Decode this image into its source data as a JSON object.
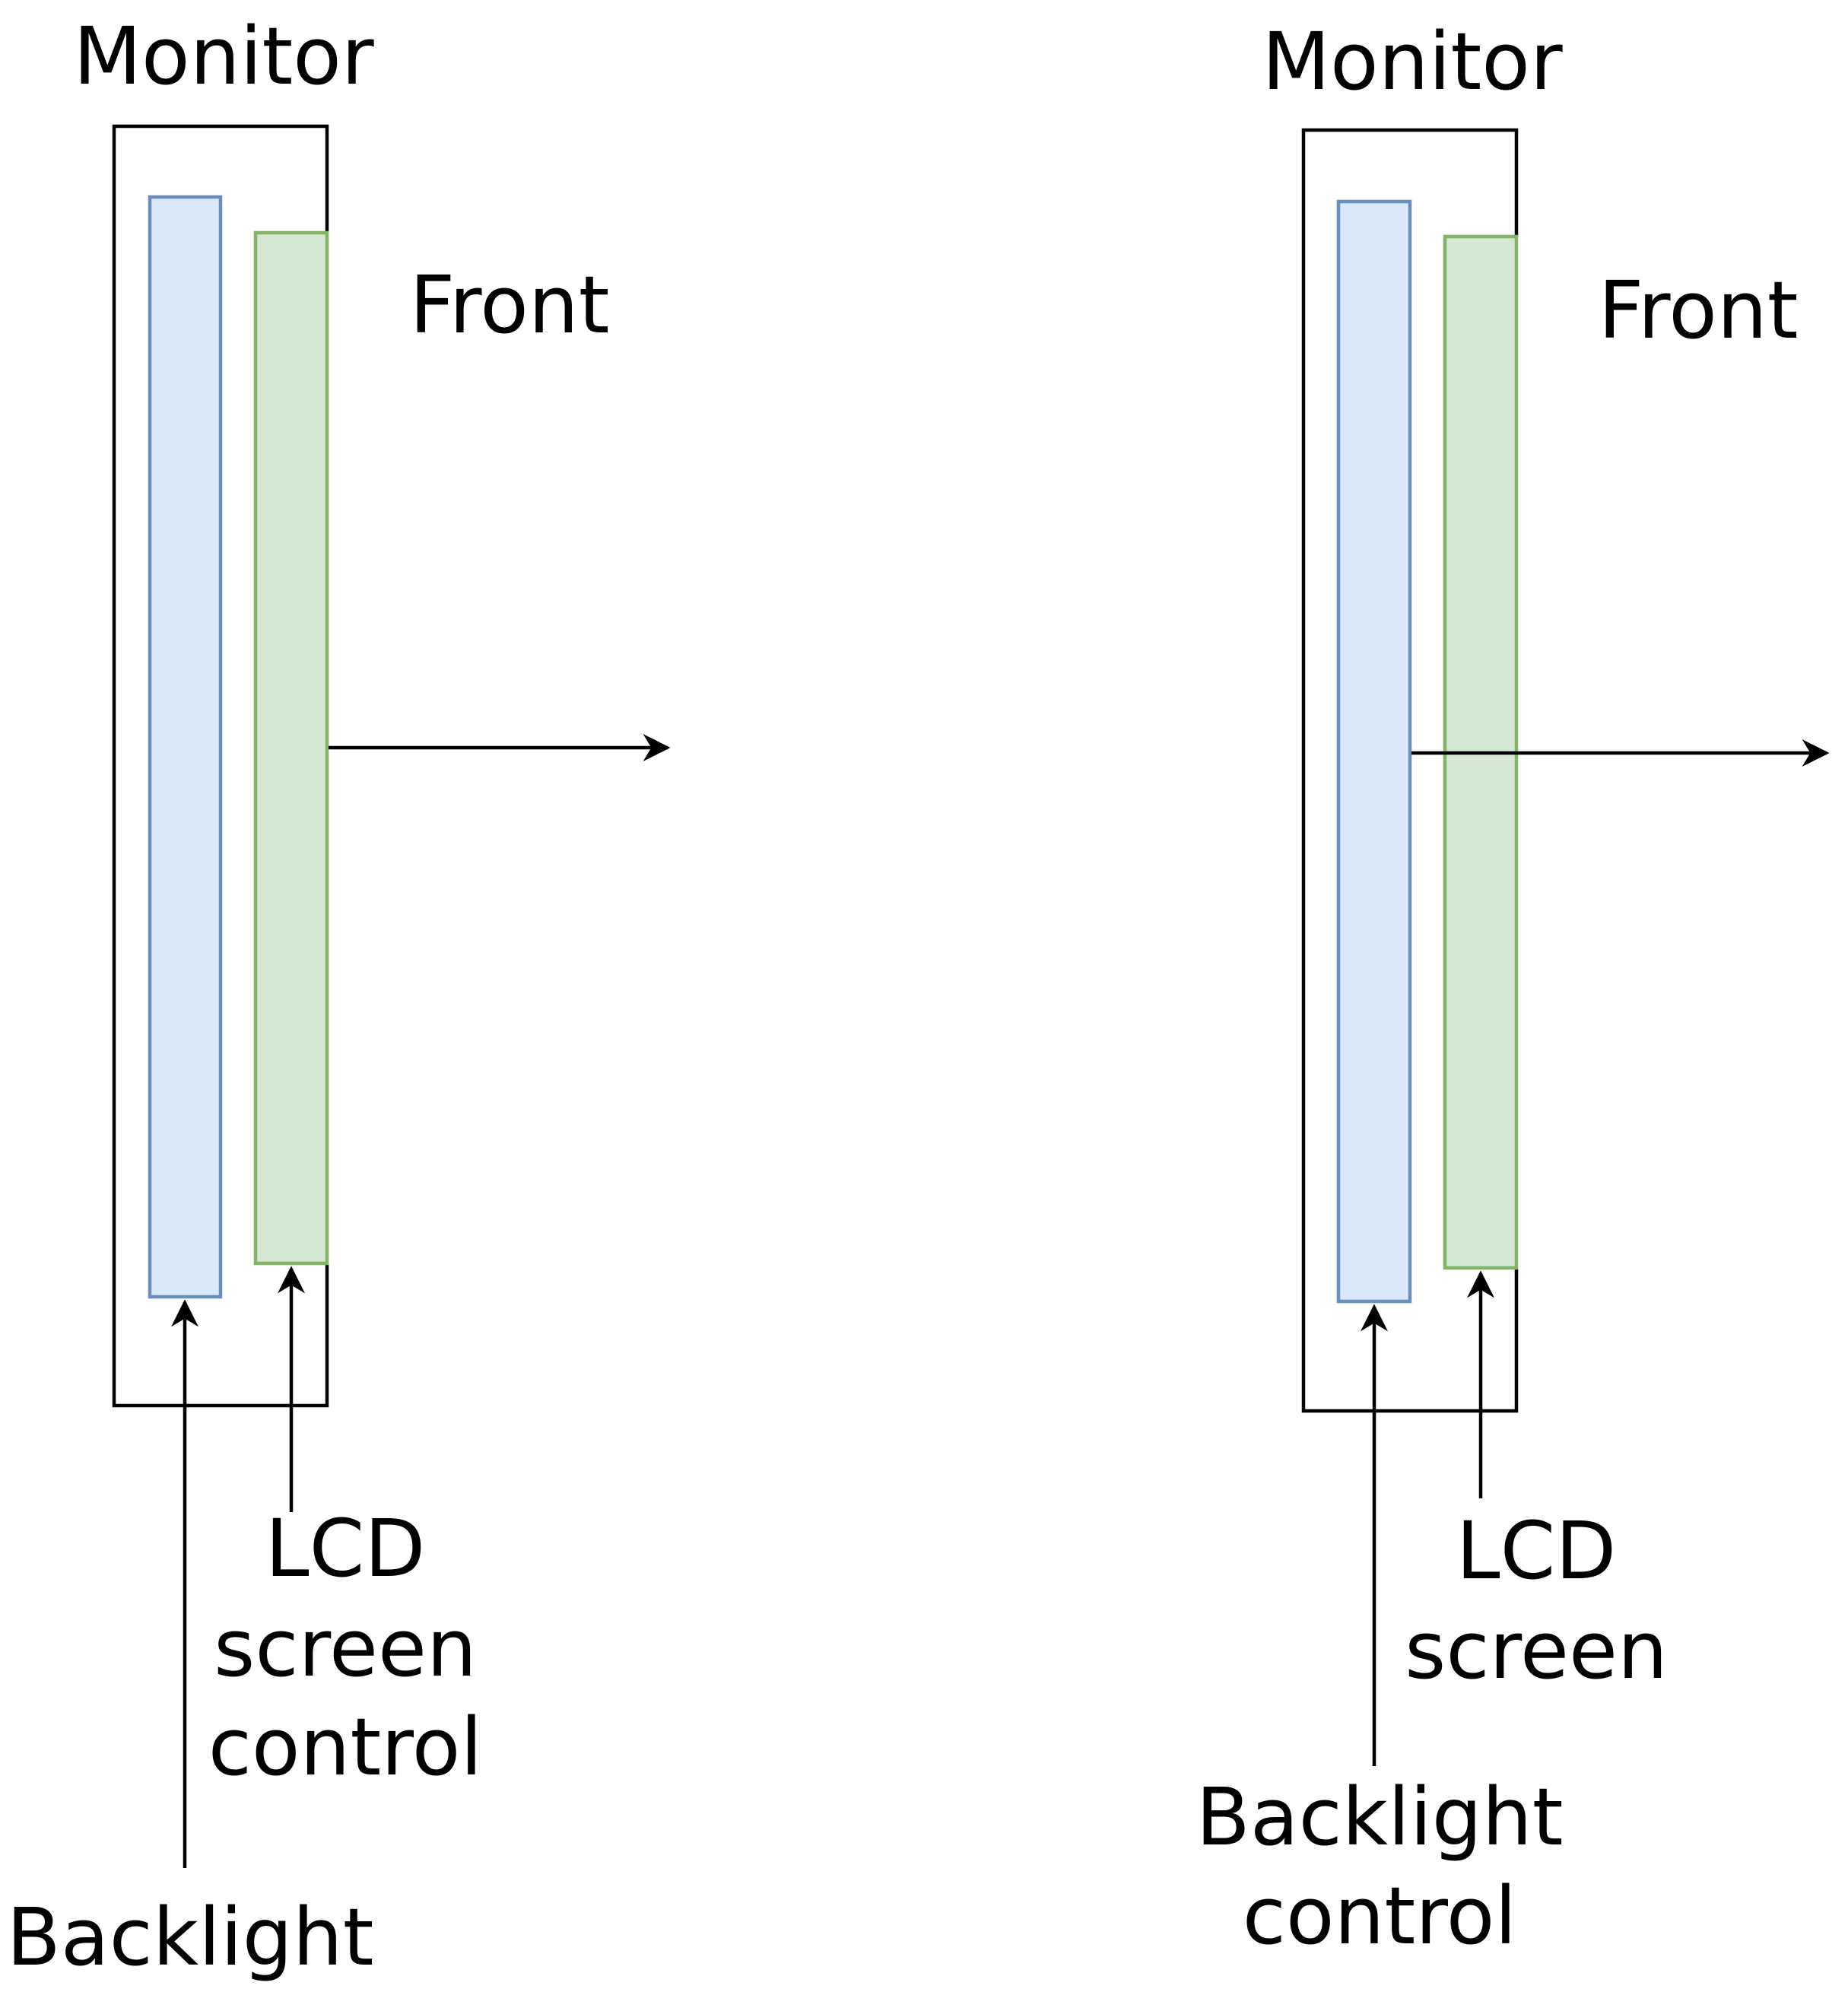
{
  "colors": {
    "backlight_fill": "#dae8fc",
    "backlight_stroke": "#6c8ebf",
    "lcd_fill": "#d5e8d4",
    "lcd_stroke": "#82b366",
    "line": "#000000"
  },
  "left_diagram": {
    "monitor_label": "Monitor",
    "front_label": "Front",
    "lcd_label_lines": [
      "LCD",
      "screen",
      "control"
    ],
    "backlight_label_lines": [
      "Backlight"
    ]
  },
  "right_diagram": {
    "monitor_label": "Monitor",
    "front_label": "Front",
    "lcd_label_lines": [
      "LCD",
      "screen"
    ],
    "backlight_label_lines": [
      "Backlight",
      "control"
    ]
  }
}
